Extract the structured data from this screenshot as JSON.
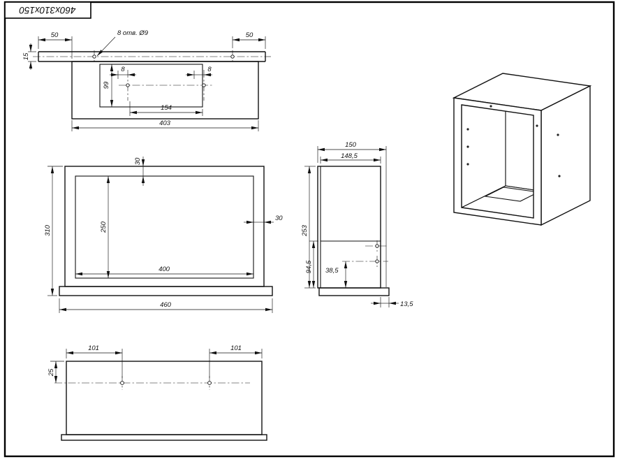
{
  "title_block": {
    "size_label": "460x310x150"
  },
  "top_view": {
    "dim_flange_left": "50",
    "dim_flange_right": "50",
    "holes_note": "8 отв. Ø9",
    "dim_flange_depth": "15",
    "dim_hole_offset_left": "8",
    "dim_hole_offset_right": "8",
    "dim_cutout_height": "99",
    "dim_cutout_width": "154",
    "dim_body_width": "403"
  },
  "front_view": {
    "dim_top_margin": "30",
    "dim_overall_height": "310",
    "dim_opening_height": "250",
    "dim_side_margin": "30",
    "dim_opening_width": "400",
    "dim_overall_width": "460"
  },
  "side_view": {
    "dim_overall_depth": "150",
    "dim_inner_depth": "148,5",
    "dim_height": "253",
    "dim_shelf_height": "94,5",
    "dim_hole_height": "38,5",
    "dim_flange_offset": "13,5"
  },
  "bottom_view": {
    "dim_hole_left": "101",
    "dim_hole_right": "101",
    "dim_hole_top_offset": "25"
  }
}
